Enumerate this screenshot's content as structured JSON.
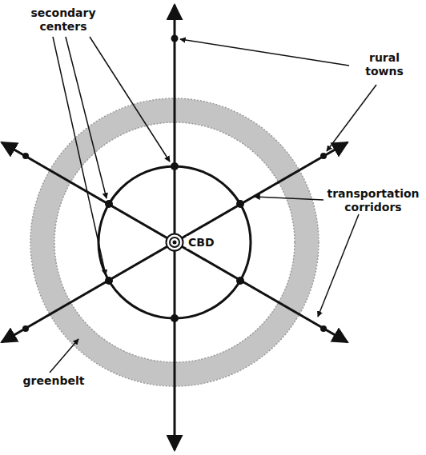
{
  "diagram": {
    "nodes": [
      {
        "text": [
          "CBD"
        ]
      }
    ],
    "labels": [
      "secondary centers",
      "rural towns",
      "transportation corridors",
      "greenbelt"
    ]
  }
}
